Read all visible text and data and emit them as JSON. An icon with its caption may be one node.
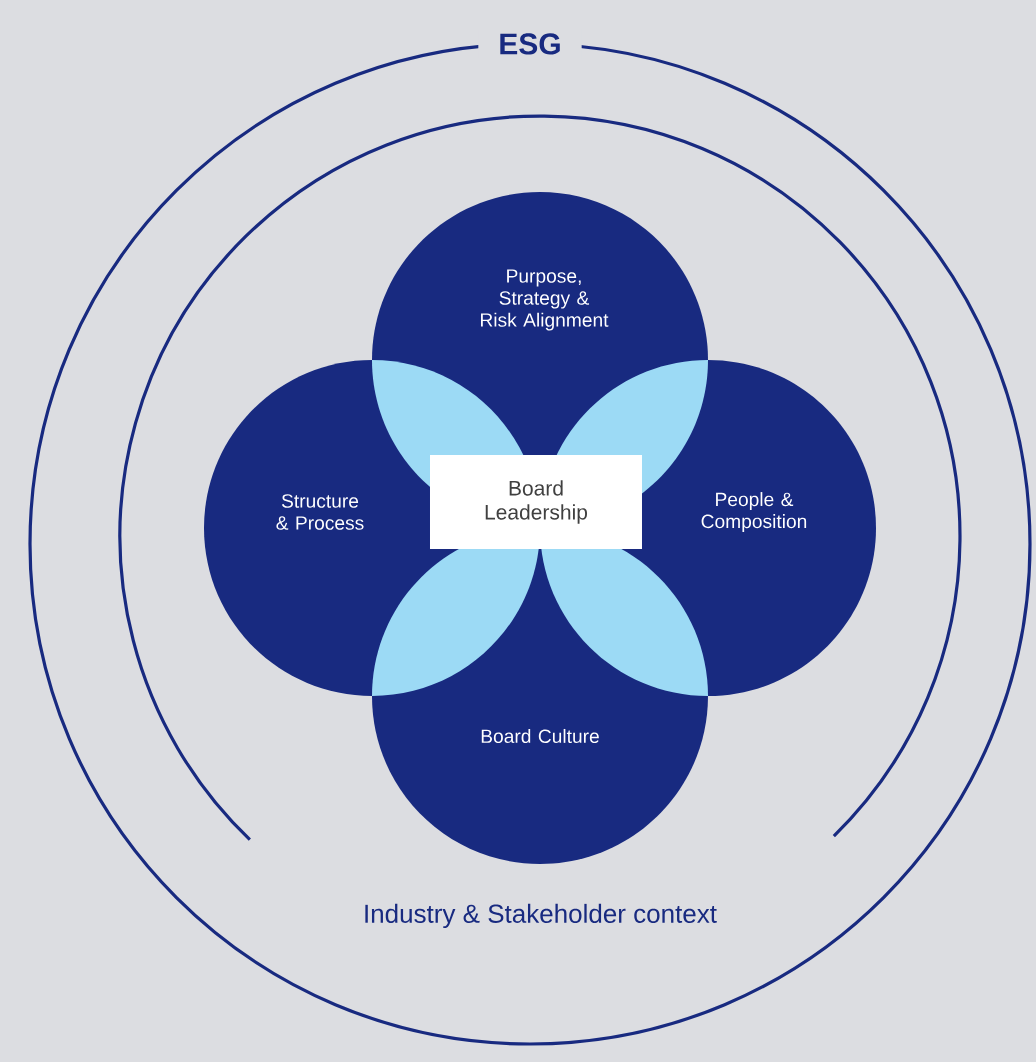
{
  "diagram": {
    "nodes": [
      {
        "text": [
          "ESG"
        ]
      },
      {
        "text": [
          "Industry & Stakeholder context"
        ]
      },
      {
        "text": [
          "Purpose, Strategy & Risk Alignment"
        ],
        "in": 1
      },
      {
        "text": [
          "Structure & Process"
        ],
        "in": 1
      },
      {
        "text": [
          "People & Composition"
        ],
        "in": 1
      },
      {
        "text": [
          "Board Culture"
        ],
        "in": 1
      },
      {
        "text": [
          "Board Leadership"
        ],
        "in": 1
      }
    ]
  }
}
